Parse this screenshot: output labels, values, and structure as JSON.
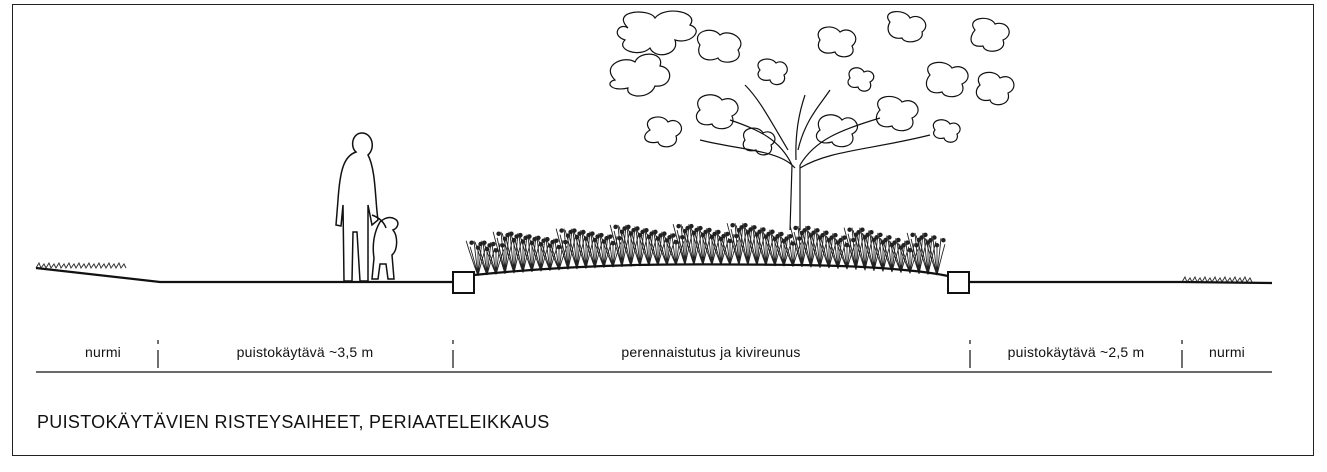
{
  "segments": [
    {
      "label": "nurmi"
    },
    {
      "label": "puistokäytävä ~3,5 m"
    },
    {
      "label": "perennaistutus ja kivireunus"
    },
    {
      "label": "puistokäytävä ~2,5 m"
    },
    {
      "label": "nurmi"
    }
  ],
  "caption": "PUISTOKÄYTÄVIEN RISTEYSAIHEET, PERIAATELEIKKAUS"
}
